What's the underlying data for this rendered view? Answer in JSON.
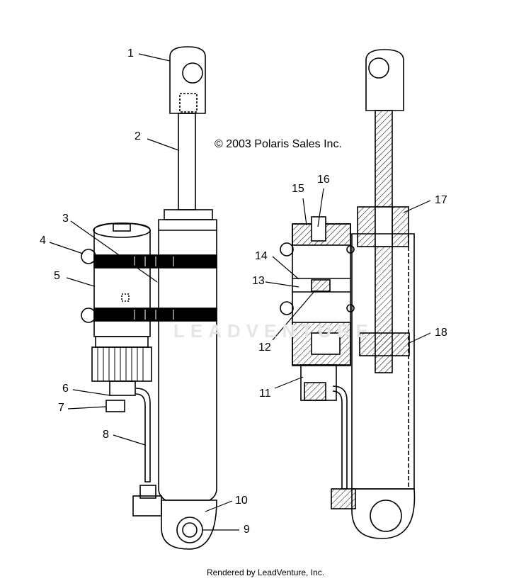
{
  "copyright": "© 2003 Polaris Sales Inc.",
  "footer": "Rendered by LeadVenture, Inc.",
  "watermark": "LEADVENTURE",
  "callouts": [
    "1",
    "2",
    "3",
    "4",
    "5",
    "6",
    "7",
    "8",
    "9",
    "10",
    "11",
    "12",
    "13",
    "14",
    "15",
    "16",
    "17",
    "18"
  ]
}
